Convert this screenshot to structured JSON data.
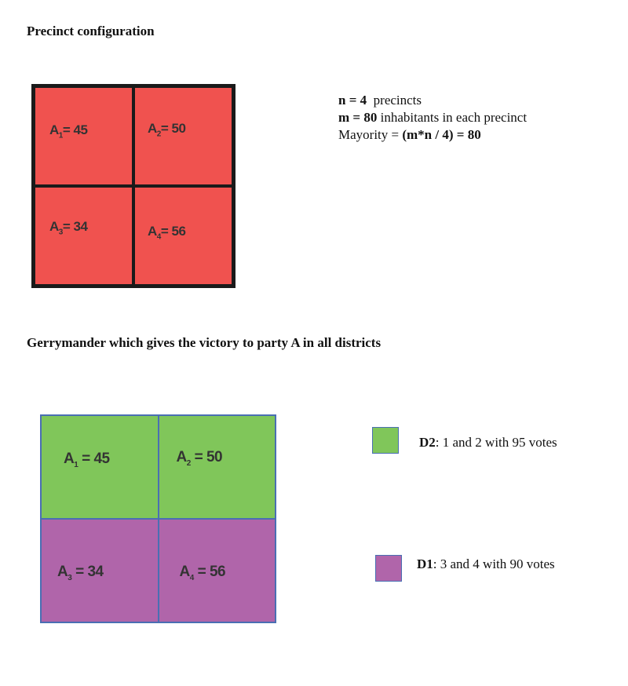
{
  "precinct_section": {
    "heading": "Precinct configuration",
    "cell_color": "#f0524f",
    "cells": [
      {
        "name": "A",
        "sub": "1",
        "text": "= 45"
      },
      {
        "name": "A",
        "sub": "2",
        "text": "= 50"
      },
      {
        "name": "A",
        "sub": "3",
        "text": "= 34"
      },
      {
        "name": "A",
        "sub": "4",
        "text": "= 56"
      }
    ]
  },
  "info": {
    "line1_bold": "n = 4",
    "line1_rest": "precincts",
    "line2_bold": "m = 80",
    "line2_rest": "inhabitants in each precinct",
    "line3_plain": "Mayority = ",
    "line3_bold": "(m*n / 4) = 80"
  },
  "gerrymander_section": {
    "heading": "Gerrymander which gives the victory to party A in all districts",
    "colors": {
      "d2": "#80c65a",
      "d1": "#b065aa",
      "border": "#4a6fb3"
    },
    "cells": [
      {
        "name": "A",
        "sub": "1",
        "text": "= 45",
        "district": "d2"
      },
      {
        "name": "A",
        "sub": "2",
        "text": "= 50",
        "district": "d2"
      },
      {
        "name": "A",
        "sub": "3",
        "text": "= 34",
        "district": "d1"
      },
      {
        "name": "A",
        "sub": "4",
        "text": "= 56",
        "district": "d1"
      }
    ]
  },
  "legend": [
    {
      "district": "d2",
      "label_bold": "D2",
      "label_rest": ": 1 and 2 with 95 votes"
    },
    {
      "district": "d1",
      "label_bold": "D1",
      "label_rest": ": 3 and 4 with 90 votes"
    }
  ]
}
